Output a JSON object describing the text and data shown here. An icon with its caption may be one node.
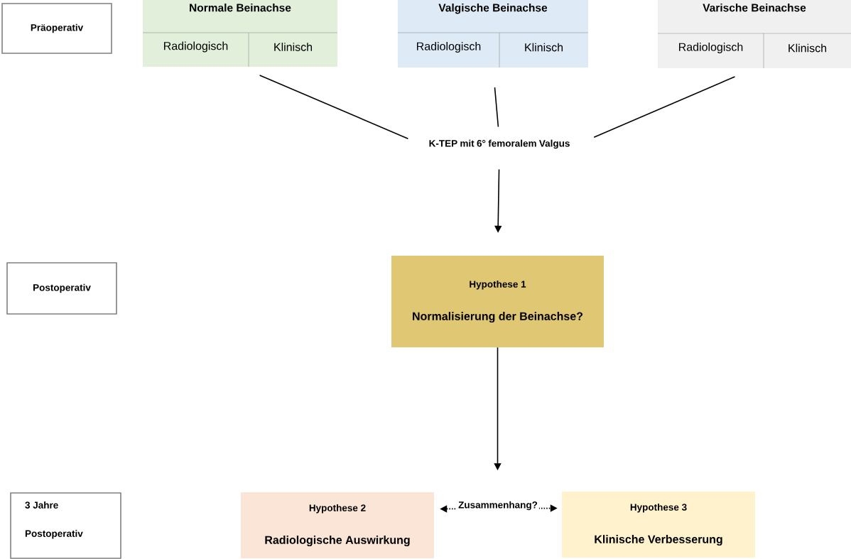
{
  "diagram": {
    "nodes": [
      {
        "text": [
          "Präoperativ"
        ]
      },
      {
        "text": [
          "Normale Beinachse"
        ]
      },
      {
        "text": [
          "Radiologisch"
        ],
        "in": 1
      },
      {
        "text": [
          "Klinisch"
        ],
        "in": 1
      },
      {
        "text": [
          "Valgische Beinachse"
        ]
      },
      {
        "text": [
          "Radiologisch"
        ],
        "in": 4
      },
      {
        "text": [
          "Klinisch"
        ],
        "in": 4
      },
      {
        "text": [
          "Varische Beinachse"
        ]
      },
      {
        "text": [
          "Radiologisch"
        ],
        "in": 7
      },
      {
        "text": [
          "Klinisch"
        ],
        "in": 7
      },
      {
        "text": [
          "K-TEP mit 6° femoralem Valgus"
        ]
      },
      {
        "text": [
          "Postoperativ"
        ]
      },
      {
        "text": [
          "Hypothese 1",
          "Normalisierung der Beinachse?"
        ]
      },
      {
        "text": [
          "3 Jahre Postoperativ"
        ]
      },
      {
        "text": [
          "Hypothese 2",
          "Radiologische Auswirkung"
        ]
      },
      {
        "text": [
          "Hypothese 3",
          "Klinische Verbesserung"
        ]
      }
    ],
    "edges": [
      {
        "from": 1,
        "to": 10,
        "arrow": "none"
      },
      {
        "from": 4,
        "to": 10,
        "arrow": "none"
      },
      {
        "from": 7,
        "to": 10,
        "arrow": "none"
      },
      {
        "from": 10,
        "to": 12,
        "arrow": "to"
      },
      {
        "from": 12,
        "to": null,
        "arrow": "to"
      },
      {
        "from": 14,
        "to": 15,
        "arrow": "both",
        "label": "Zusammenhang?",
        "style": "dashed"
      }
    ]
  }
}
